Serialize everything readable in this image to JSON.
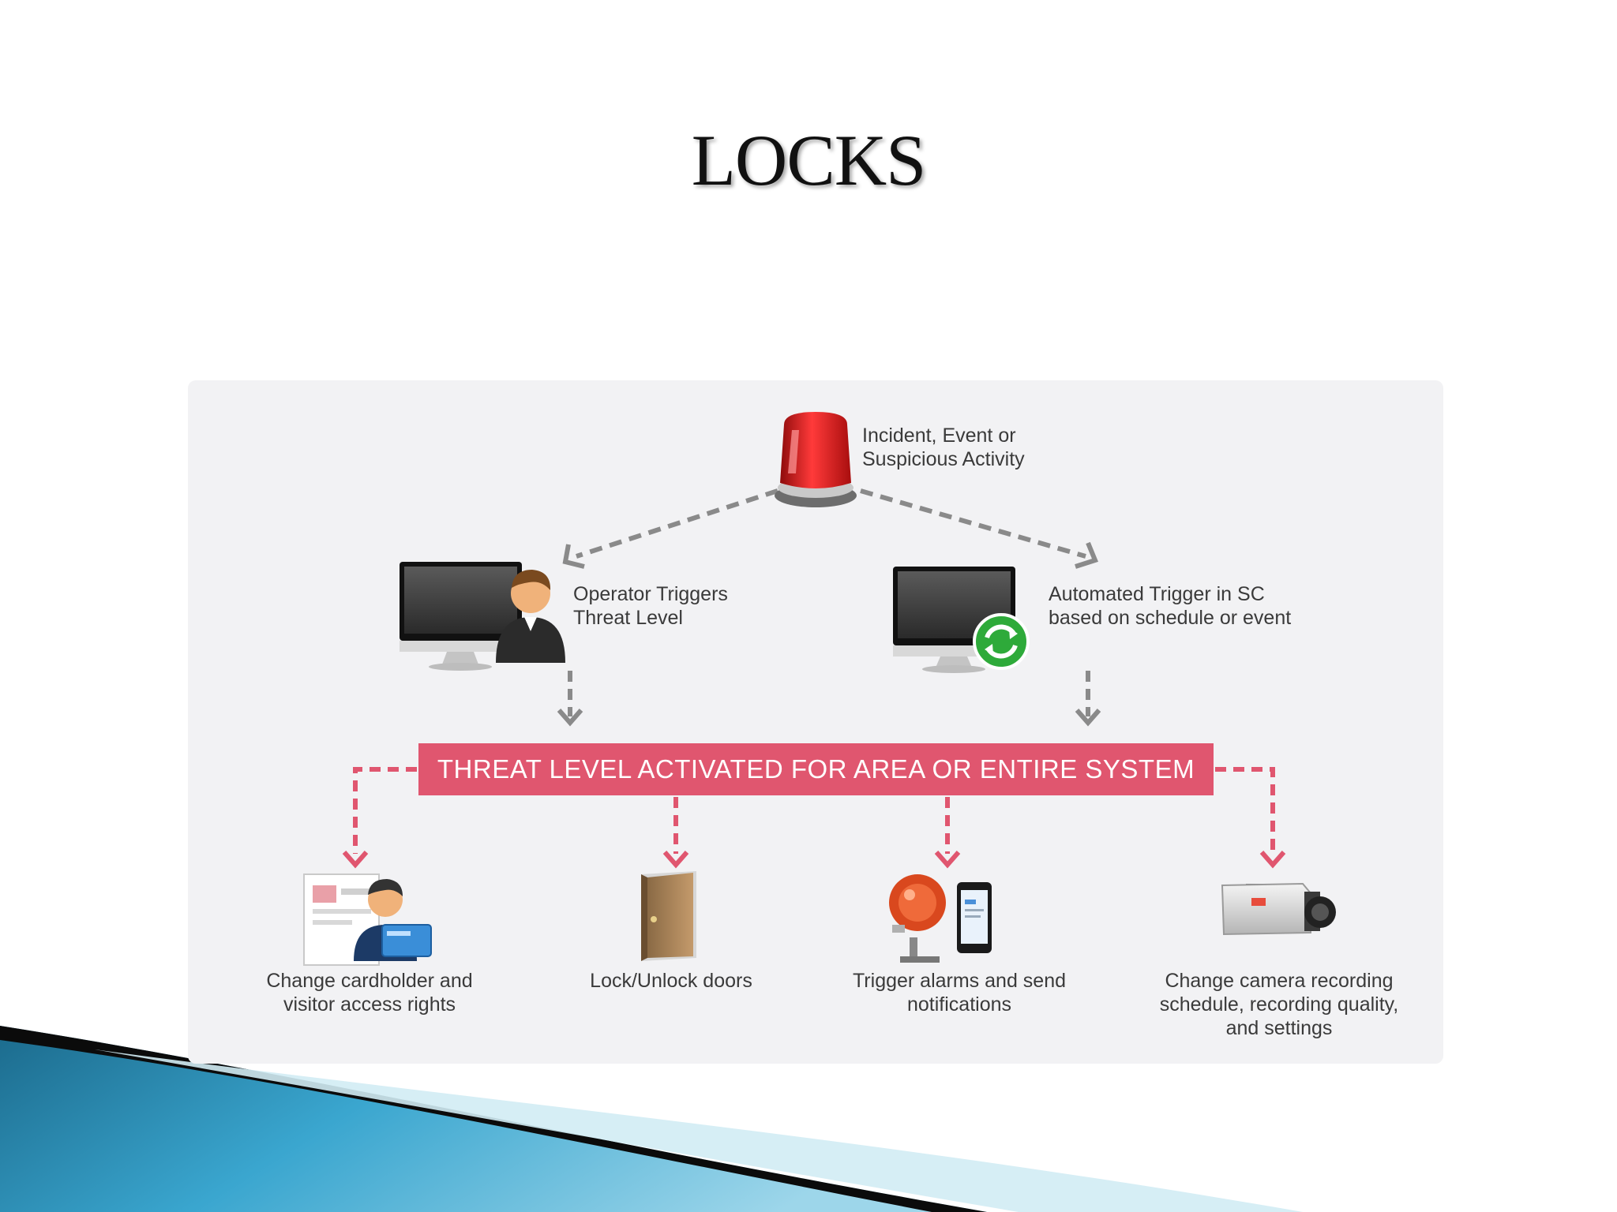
{
  "slide": {
    "title": "LOCKS"
  },
  "diagram": {
    "source": {
      "line1": "Incident, Event or",
      "line2": "Suspicious Activity",
      "icon": "siren-icon"
    },
    "triggers": [
      {
        "line1": "Operator Triggers",
        "line2": "Threat Level",
        "icon": "operator-monitor-icon"
      },
      {
        "line1": "Automated Trigger in SC",
        "line2": "based on schedule or event",
        "icon": "automated-monitor-icon"
      }
    ],
    "banner": "THREAT LEVEL ACTIVATED FOR AREA OR ENTIRE SYSTEM",
    "actions": [
      {
        "lines": [
          "Change cardholder and",
          "visitor access rights"
        ],
        "icon": "cardholder-icon"
      },
      {
        "lines": [
          "Lock/Unlock doors"
        ],
        "icon": "door-icon"
      },
      {
        "lines": [
          "Trigger alarms and send",
          "notifications"
        ],
        "icon": "alarm-bell-icon"
      },
      {
        "lines": [
          "Change camera recording",
          "schedule, recording quality,",
          "and settings"
        ],
        "icon": "camera-icon"
      }
    ],
    "colors": {
      "arrow_grey": "#8a8a8a",
      "arrow_pink": "#e0566f",
      "banner": "#e0566f",
      "siren": "#d91a1a",
      "sync": "#2eaa3a"
    }
  }
}
